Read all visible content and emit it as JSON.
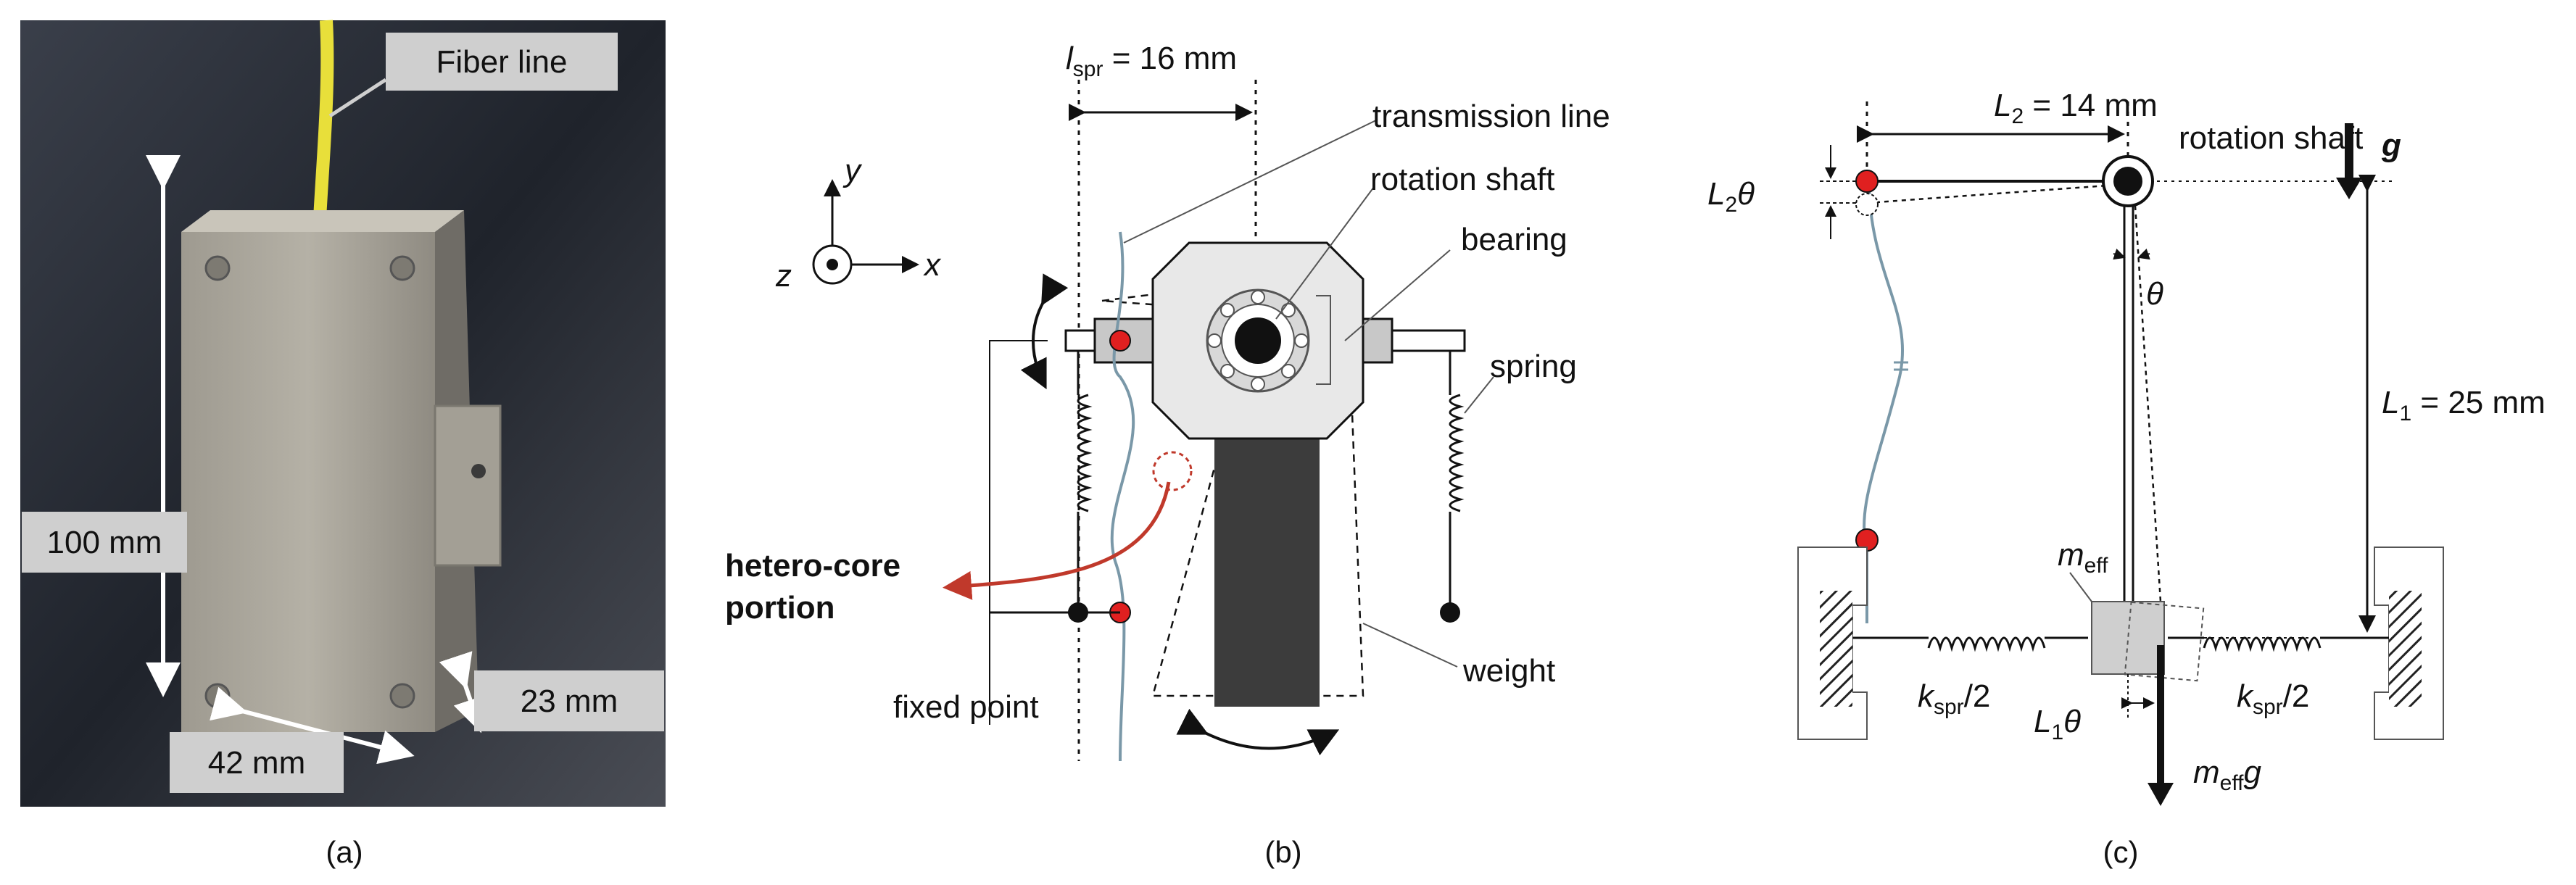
{
  "panel_a": {
    "caption": "(a)",
    "labels": {
      "fiber_line": "Fiber line",
      "height": "100 mm",
      "depth": "23 mm",
      "width": "42 mm"
    }
  },
  "panel_b": {
    "caption": "(b)",
    "labels": {
      "lspr_symbol": "l",
      "lspr_sub": "spr",
      "lspr_value": " = 16 mm",
      "axis_y": "y",
      "axis_x": "x",
      "axis_z": "z",
      "transmission_line": "transmission line",
      "rotation_shaft": "rotation shaft",
      "bearing": "bearing",
      "spring": "spring",
      "hetero_core_1": "hetero-core",
      "hetero_core_2": "portion",
      "fixed_point": "fixed point",
      "weight": "weight"
    }
  },
  "panel_c": {
    "caption": "(c)",
    "labels": {
      "L2_symbol": "L",
      "L2_sub": "2",
      "L2_value": " = 14 mm",
      "rotation_shaft": "rotation shaft",
      "g": "g",
      "L2theta_L": "L",
      "L2theta_sub": "2",
      "L2theta_theta": "θ",
      "theta": "θ",
      "L1_symbol": "L",
      "L1_sub": "1",
      "L1_value": " = 25 mm",
      "meff_m": "m",
      "meff_sub": "eff",
      "kspr_left_k": "k",
      "kspr_left_sub": "spr",
      "kspr_left_div": "/2",
      "kspr_right_k": "k",
      "kspr_right_sub": "spr",
      "kspr_right_div": "/2",
      "L1theta_L": "L",
      "L1theta_sub": "1",
      "L1theta_theta": "θ",
      "meffg_m": "m",
      "meffg_sub": "eff",
      "meffg_g": "g"
    }
  },
  "colors": {
    "fiber": "#e8df3a",
    "red_marker": "#e02020",
    "transmission_line": "#7a98a8",
    "arrow_red": "#c0392b",
    "photo_bg": "#2b2f38",
    "device": "#a8a49a",
    "weight": "#3c3c3c",
    "housing": "#e8e8e8"
  }
}
